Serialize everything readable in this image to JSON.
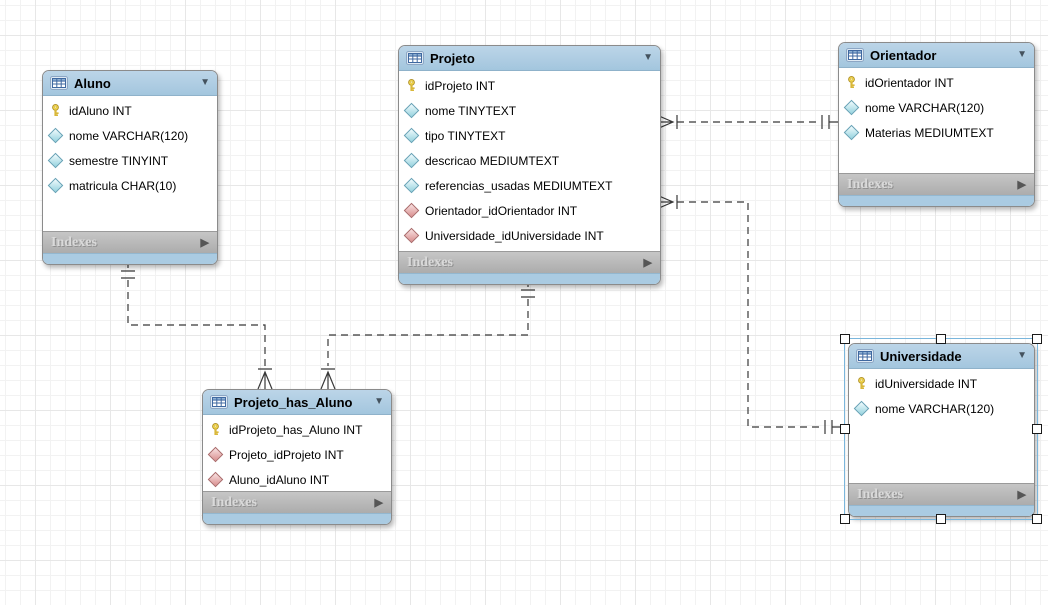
{
  "icons": {
    "collapse": "▼",
    "expand": "▶"
  },
  "colors": {
    "table_header": "#a9c9e0",
    "table_border": "#8b8b8b",
    "indexes_bar": "#b2b2b2",
    "footer_strip": "#aacbe2",
    "primary_key_icon": "#f5d94e",
    "column_icon": "#94d2de",
    "foreign_key_icon": "#d98e8e",
    "relationship_line": "#383838",
    "selection_outline": "#7ab6dc"
  },
  "tables": [
    {
      "name": "Aluno",
      "footer_label": "Indexes",
      "fields": [
        {
          "icon": "primary-key-icon",
          "label": "idAluno INT"
        },
        {
          "icon": "column-icon",
          "label": "nome VARCHAR(120)"
        },
        {
          "icon": "column-icon",
          "label": "semestre TINYINT"
        },
        {
          "icon": "column-icon",
          "label": "matricula CHAR(10)"
        }
      ]
    },
    {
      "name": "Projeto",
      "footer_label": "Indexes",
      "fields": [
        {
          "icon": "primary-key-icon",
          "label": "idProjeto INT"
        },
        {
          "icon": "column-icon",
          "label": "nome TINYTEXT"
        },
        {
          "icon": "column-icon",
          "label": "tipo TINYTEXT"
        },
        {
          "icon": "column-icon",
          "label": "descricao MEDIUMTEXT"
        },
        {
          "icon": "column-icon",
          "label": "referencias_usadas MEDIUMTEXT"
        },
        {
          "icon": "foreign-key-icon",
          "label": "Orientador_idOrientador INT"
        },
        {
          "icon": "foreign-key-icon",
          "label": "Universidade_idUniversidade INT"
        }
      ]
    },
    {
      "name": "Orientador",
      "footer_label": "Indexes",
      "fields": [
        {
          "icon": "primary-key-icon",
          "label": "idOrientador INT"
        },
        {
          "icon": "column-icon",
          "label": "nome VARCHAR(120)"
        },
        {
          "icon": "column-icon",
          "label": "Materias MEDIUMTEXT"
        }
      ]
    },
    {
      "name": "Projeto_has_Aluno",
      "footer_label": "Indexes",
      "fields": [
        {
          "icon": "primary-key-icon",
          "label": "idProjeto_has_Aluno INT"
        },
        {
          "icon": "foreign-key-icon",
          "label": "Projeto_idProjeto INT"
        },
        {
          "icon": "foreign-key-icon",
          "label": "Aluno_idAluno INT"
        }
      ]
    },
    {
      "name": "Universidade",
      "footer_label": "Indexes",
      "selected": true,
      "fields": [
        {
          "icon": "primary-key-icon",
          "label": "idUniversidade INT"
        },
        {
          "icon": "column-icon",
          "label": "nome VARCHAR(120)"
        }
      ]
    }
  ],
  "relationships": [
    {
      "from": "Projeto",
      "to": "Orientador",
      "cardinality": "many-to-one",
      "line_style": "dashed"
    },
    {
      "from": "Projeto",
      "to": "Universidade",
      "cardinality": "many-to-one",
      "line_style": "dashed"
    },
    {
      "from": "Projeto_has_Aluno",
      "to": "Aluno",
      "cardinality": "many-to-one",
      "line_style": "dashed"
    },
    {
      "from": "Projeto_has_Aluno",
      "to": "Projeto",
      "cardinality": "many-to-one",
      "line_style": "dashed"
    }
  ]
}
